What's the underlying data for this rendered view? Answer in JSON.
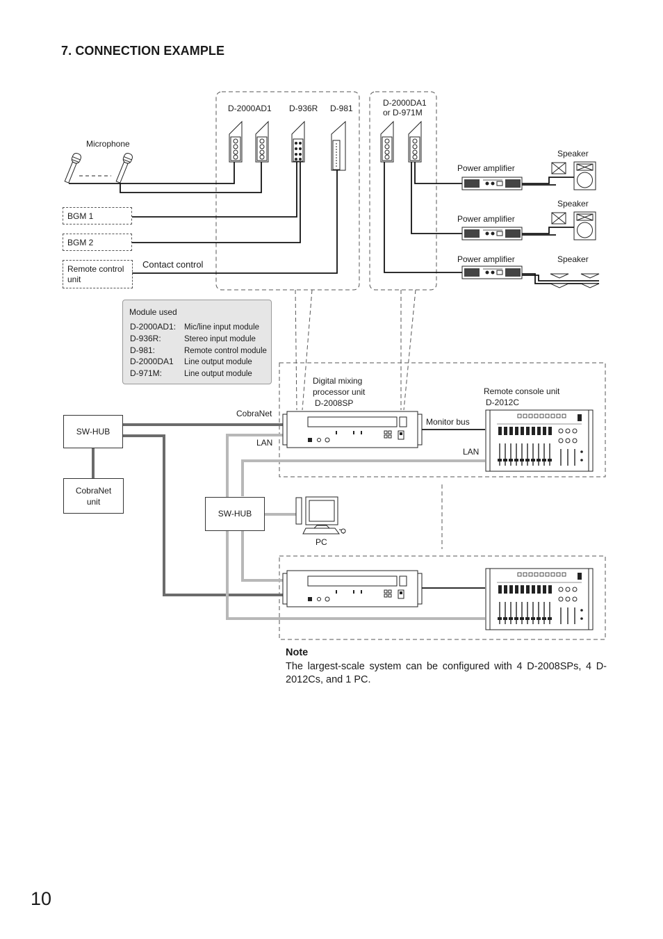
{
  "section_title": "7. CONNECTION EXAMPLE",
  "modules_top": {
    "ad1": "D-2000AD1",
    "r936": "D-936R",
    "d981": "D-981",
    "da1_line1": "D-2000DA1",
    "da1_line2": "or D-971M"
  },
  "microphone_label": "Microphone",
  "inputs": {
    "bgm1": "BGM 1",
    "bgm2": "BGM 2",
    "remote_line1": "Remote control",
    "remote_line2": "unit",
    "contact_control": "Contact control"
  },
  "outputs": {
    "power_amp": "Power amplifier",
    "speaker": "Speaker"
  },
  "module_used": {
    "heading": "Module used",
    "rows": [
      {
        "name": "D-2000AD1:",
        "desc": "Mic/line input module"
      },
      {
        "name": "D-936R:",
        "desc": "Stereo input module"
      },
      {
        "name": "D-981:",
        "desc": "Remote control module"
      },
      {
        "name": "D-2000DA1",
        "desc": "Line output module"
      },
      {
        "name": "D-971M:",
        "desc": "Line output module"
      }
    ]
  },
  "processor": {
    "line1": "Digital mixing",
    "line2": "processor unit",
    "line3": "D-2008SP"
  },
  "console": {
    "line1": "Remote console unit",
    "line2": "D-2012C"
  },
  "network": {
    "cobranet": "CobraNet",
    "lan_left": "LAN",
    "lan_right": "LAN",
    "monitor_bus": "Monitor bus",
    "swhub_top": "SW-HUB",
    "swhub_mid": "SW-HUB",
    "cobranet_unit_line1": "CobraNet",
    "cobranet_unit_line2": "unit",
    "pc": "PC"
  },
  "note": {
    "heading": "Note",
    "text": "The largest-scale system can be configured with 4 D-2008SPs, 4 D-2012Cs, and 1 PC."
  },
  "page_number": "10",
  "colors": {
    "cobranet_line": "#6b6b6b",
    "lan_line": "#b8b8b8",
    "panel_bg": "#e6e6e6"
  }
}
